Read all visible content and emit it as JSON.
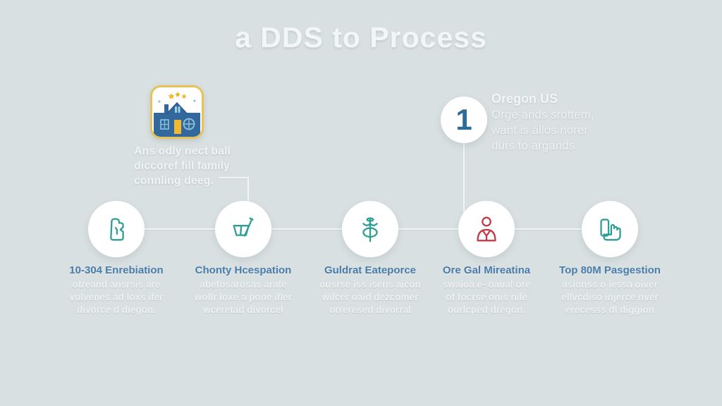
{
  "title": "a DDS to Process",
  "colors": {
    "background": "#d9e0e2",
    "title": "#f3f6f6",
    "step_heading": "#4a7ca8",
    "subtext": "#edf1f2",
    "teal_icon": "#2f9e94",
    "red_icon": "#c43b45",
    "connector_line": "#f2f5f5",
    "callout_number": "#2d6c98",
    "house_border": "#e6c358",
    "house_blue": "#33689d",
    "house_yellow": "#f2b82d"
  },
  "house_note": {
    "lines": [
      "Ans odly nect ball",
      "diccoref fill family",
      "connling deeg."
    ]
  },
  "callout": {
    "number": "1",
    "heading": "Oregon US",
    "lines": [
      "Orge ands srottem,",
      "want is allos norer",
      "durs to argands."
    ]
  },
  "timeline": {
    "steps": [
      {
        "icon": "certificate-icon",
        "icon_color": "#2f9e94",
        "heading": "10-304 Enrebiation",
        "lines": [
          "otreand ansrsis are",
          "volvenes ad loxs ifer",
          "divorce d diegon."
        ]
      },
      {
        "icon": "basket-pencil-icon",
        "icon_color": "#2f9e94",
        "heading": "Chonty Hcespation",
        "lines": [
          "abefosarosas arate",
          "wollr loxe a pone ifler",
          "wceretad divorcel"
        ]
      },
      {
        "icon": "scales-icon",
        "icon_color": "#2f9e94",
        "heading": "Guldrat Eateporce",
        "lines": [
          "ousrse iss isens aicon",
          "wilcer oaid dezcomer",
          "orreresed divorral"
        ]
      },
      {
        "icon": "person-icon",
        "icon_color": "#c43b45",
        "heading": "Ore Gal Mireatina",
        "lines": [
          "swaioa e- oaual ore",
          "of focrse onis nile",
          "ourlcped dregon."
        ]
      },
      {
        "icon": "documents-hand-icon",
        "icon_color": "#2f9e94",
        "heading": "Top 80M Pasgestion",
        "lines": [
          "asionss o iessa oiver",
          "ellvcdiso injerce nver",
          "erecesss dl diggion"
        ]
      }
    ]
  }
}
